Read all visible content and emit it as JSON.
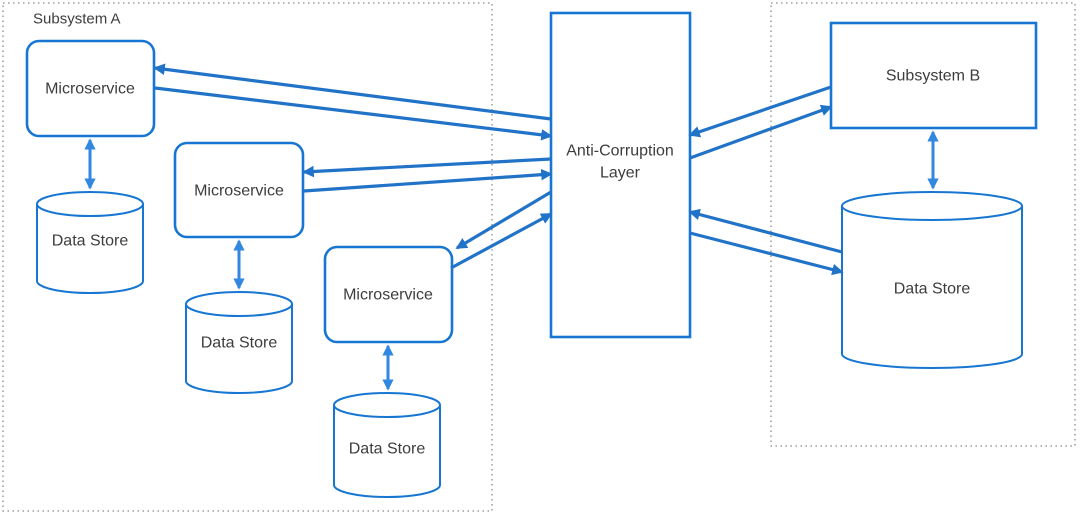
{
  "colors": {
    "box_stroke": "#1776d2",
    "connector": "#2173c8",
    "vertical_arrow": "#3287e0",
    "text": "#3d3d3d",
    "group_border": "#8a8a8a",
    "background": "#ffffff"
  },
  "groups": {
    "subsystem_a": {
      "label": "Subsystem A"
    }
  },
  "nodes": {
    "microservice_1": {
      "label": "Microservice"
    },
    "data_store_1": {
      "label": "Data Store"
    },
    "microservice_2": {
      "label": "Microservice"
    },
    "data_store_2": {
      "label": "Data Store"
    },
    "microservice_3": {
      "label": "Microservice"
    },
    "data_store_3": {
      "label": "Data Store"
    },
    "anti_corruption_layer": {
      "line1": "Anti-Corruption",
      "line2": "Layer"
    },
    "subsystem_b": {
      "label": "Subsystem B"
    },
    "data_store_b": {
      "label": "Data Store"
    }
  },
  "connections": [
    {
      "from": "Anti-Corruption Layer",
      "to": "Microservice 1"
    },
    {
      "from": "Microservice 1",
      "to": "Anti-Corruption Layer"
    },
    {
      "from": "Anti-Corruption Layer",
      "to": "Microservice 2"
    },
    {
      "from": "Microservice 2",
      "to": "Anti-Corruption Layer"
    },
    {
      "from": "Anti-Corruption Layer",
      "to": "Microservice 3"
    },
    {
      "from": "Microservice 3",
      "to": "Anti-Corruption Layer"
    },
    {
      "from": "Subsystem B",
      "to": "Anti-Corruption Layer"
    },
    {
      "from": "Anti-Corruption Layer",
      "to": "Subsystem B"
    },
    {
      "from": "Data Store B",
      "to": "Anti-Corruption Layer"
    },
    {
      "from": "Anti-Corruption Layer",
      "to": "Data Store B"
    },
    {
      "from": "Microservice 1",
      "to": "Data Store 1",
      "bidirectional": true
    },
    {
      "from": "Microservice 2",
      "to": "Data Store 2",
      "bidirectional": true
    },
    {
      "from": "Microservice 3",
      "to": "Data Store 3",
      "bidirectional": true
    },
    {
      "from": "Subsystem B",
      "to": "Data Store B",
      "bidirectional": true
    }
  ]
}
